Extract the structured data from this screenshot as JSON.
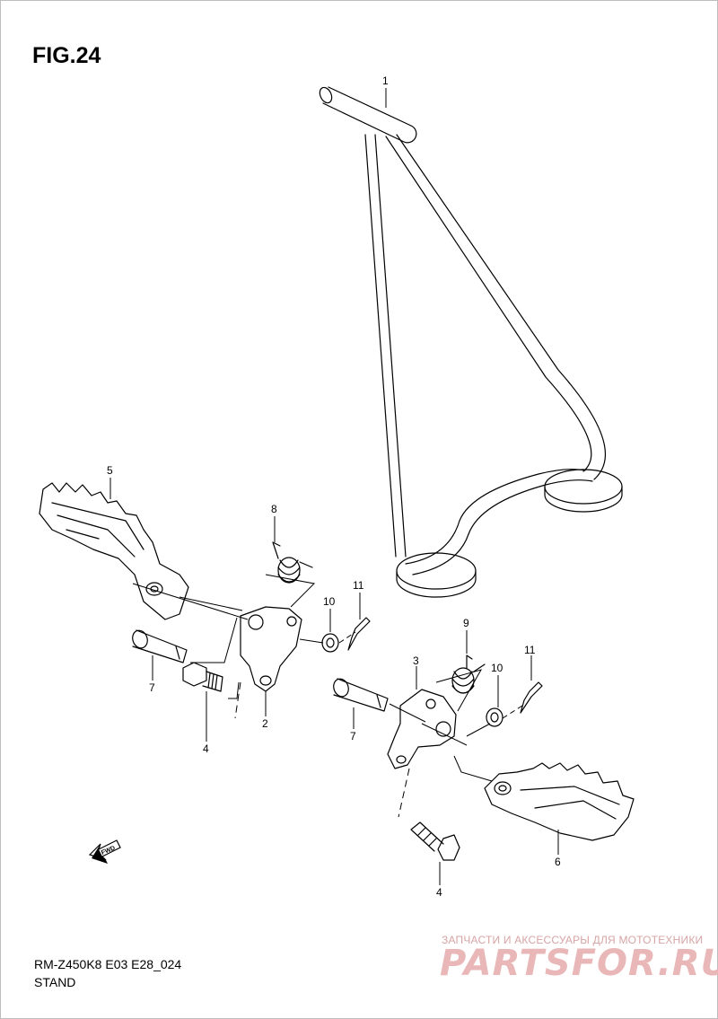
{
  "figure_title": "FIG.24",
  "callouts": [
    "1",
    "2",
    "3",
    "4",
    "4",
    "5",
    "6",
    "7",
    "7",
    "8",
    "9",
    "10",
    "10",
    "11",
    "11"
  ],
  "fwd_label": "FWD",
  "footer": {
    "model_code": "RM-Z450K8 E03 E28_024",
    "section_name": "STAND"
  },
  "watermark": {
    "tagline": "ЗАПЧАСТИ И АКСЕССУАРЫ ДЛЯ МОТОТЕХНИКИ",
    "logo": "PARTSFOR.RU"
  },
  "colors": {
    "line": "#000000",
    "watermark": "#e9b7b7"
  }
}
